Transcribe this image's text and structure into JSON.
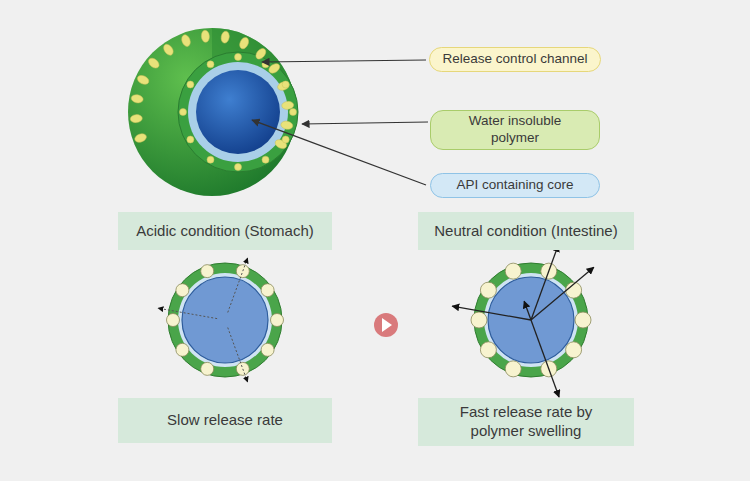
{
  "diagram": {
    "nodes": [
      {
        "text": [
          "Release control channel"
        ]
      },
      {
        "text": [
          "Water insoluble polymer"
        ]
      },
      {
        "text": [
          "API containing core"
        ]
      },
      {
        "text": [
          "Acidic condition (Stomach)"
        ]
      },
      {
        "text": [
          "Neutral condition (Intestine)"
        ]
      },
      {
        "text": [
          "Slow release rate"
        ]
      },
      {
        "text": [
          "Fast release rate by polymer swelling"
        ]
      }
    ]
  }
}
